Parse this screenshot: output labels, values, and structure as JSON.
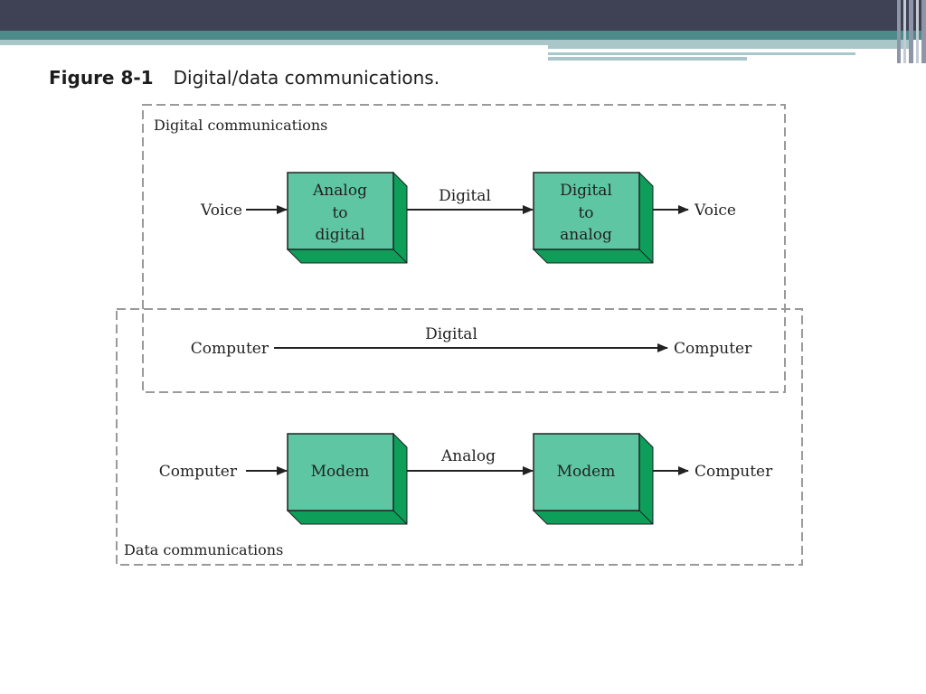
{
  "title": {
    "figure_label": "Figure 8-1",
    "caption": "Digital/data communications."
  },
  "digital_communications": {
    "label": "Digital communications",
    "input": "Voice",
    "converter_1": [
      "Analog",
      "to",
      "digital"
    ],
    "link": "Digital",
    "converter_2": [
      "Digital",
      "to",
      "analog"
    ],
    "output": "Voice"
  },
  "shared_link": {
    "from": "Computer",
    "link": "Digital",
    "to": "Computer"
  },
  "data_communications": {
    "label": "Data communications",
    "input": "Computer",
    "modem_1": "Modem",
    "link": "Analog",
    "modem_2": "Modem",
    "output": "Computer"
  },
  "colors": {
    "header_dark": "#3f4154",
    "header_teal": "#4d8b8b",
    "header_light": "#a9c6c8",
    "box_face": "#5ec6a2",
    "box_side": "#0d9e5a",
    "dash_border": "#9a9a9a"
  }
}
